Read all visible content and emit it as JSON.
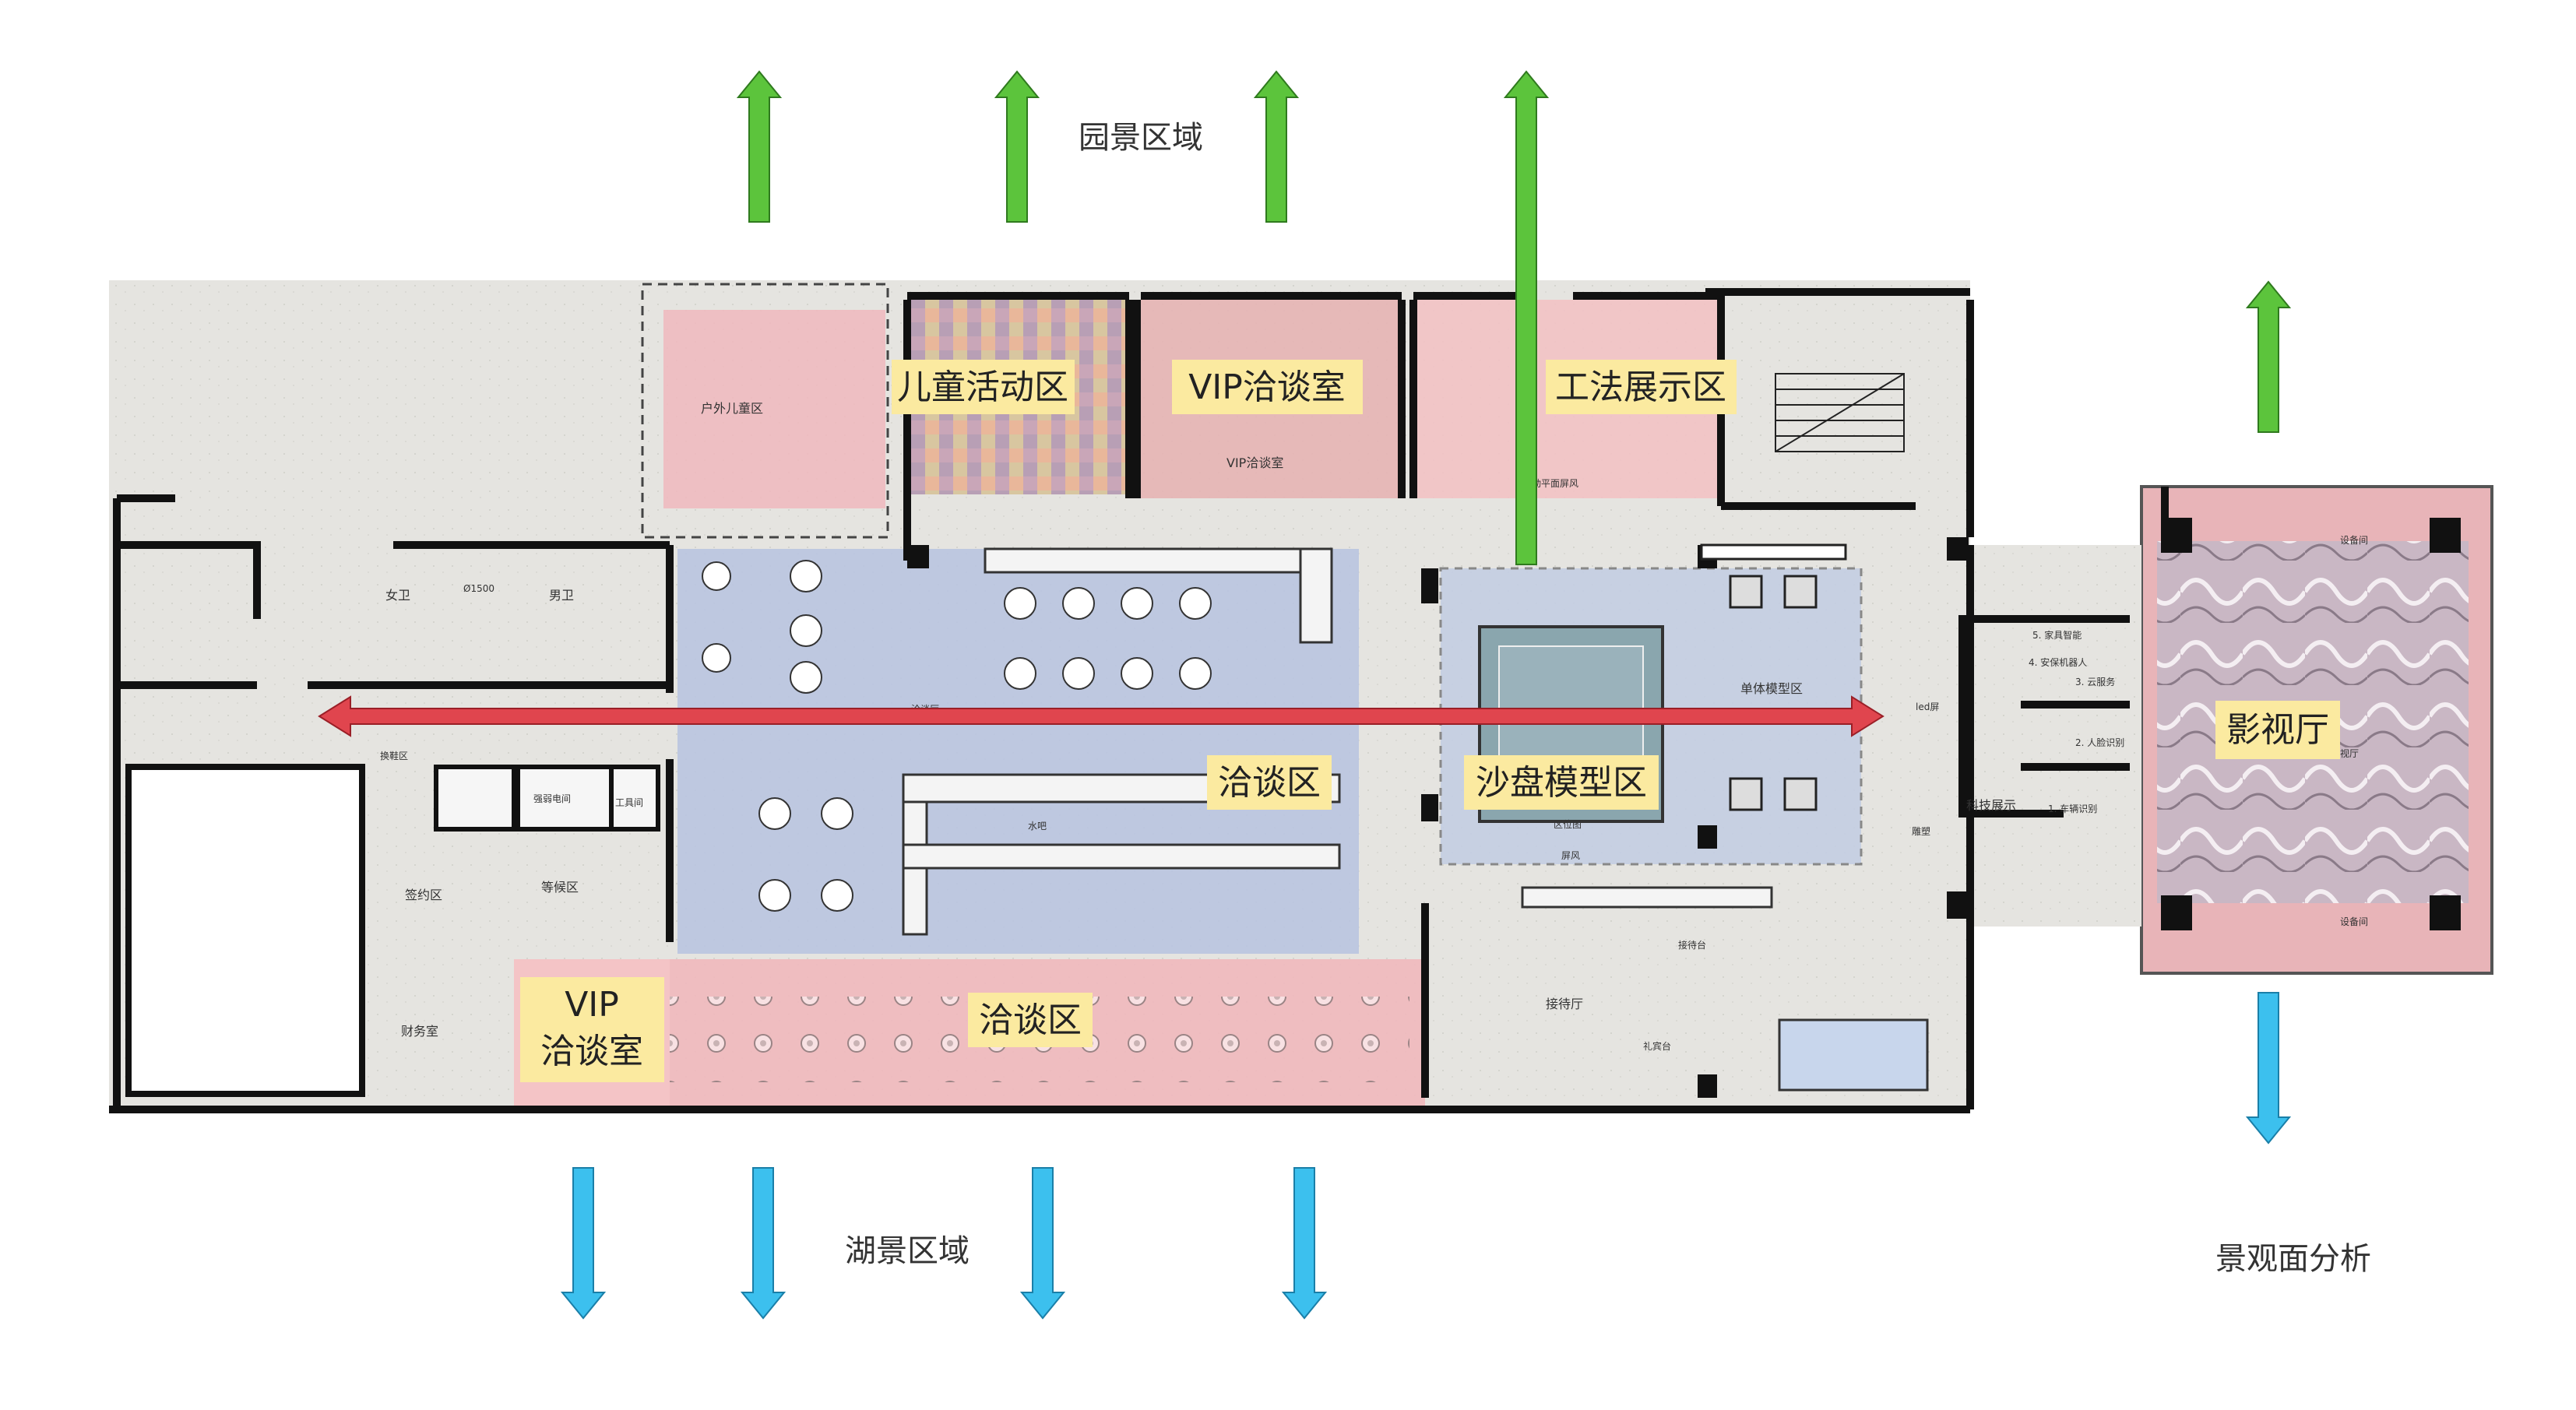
{
  "colors": {
    "green_arrow": "#5cc43c",
    "blue_arrow": "#3cc0ee",
    "red_arrow": "#e0454e",
    "label_box": "#fbeaa0",
    "pink_zone": "#f2b8bd",
    "blue_zone": "#b9c4e0",
    "wall": "#111111",
    "floor": "#e6e6e3"
  },
  "captions": {
    "garden": "园景区域",
    "lake": "湖景区域",
    "analysis": "景观面分析"
  },
  "zones": {
    "children": "儿童活动区",
    "vip_top": "VIP洽谈室",
    "craft": "工法展示区",
    "negotiation_mid": "洽谈区",
    "sand_table": "沙盘模型区",
    "vip_bottom_line1": "VIP",
    "vip_bottom_line2": "洽谈室",
    "negotiation_bottom": "洽谈区",
    "cinema": "影视厅"
  },
  "small_labels": {
    "outdoor_kids": "户外儿童区",
    "women_wc": "女卫",
    "men_wc": "男卫",
    "turn": "Ø1500",
    "vip_room_small": "VIP洽谈室",
    "water_bar": "水吧",
    "single_model": "单体模型区",
    "led": "led屏",
    "tech_show": "科技展示",
    "sculpture": "雕塑",
    "area_map": "区位图",
    "screen": "屏风",
    "reception": "接待厅",
    "reception_desk": "接待台",
    "gift_desk": "礼宾台",
    "changing": "换鞋区",
    "elec_room": "强弱电间",
    "tool_room": "工具间",
    "signing": "签约区",
    "waiting": "等候区",
    "finance": "财务室",
    "equipment_top": "设备间",
    "equipment_bottom": "设备间",
    "tech_1": "1. 车辆识别",
    "tech_2": "2. 人脸识别",
    "tech_3": "3. 云服务",
    "tech_4": "4. 安保机器人",
    "tech_5": "5. 家具智能",
    "screen_wall": "活动平面屏风",
    "cinema_hall_small": "视厅",
    "negotiation_small": "洽谈厅"
  }
}
